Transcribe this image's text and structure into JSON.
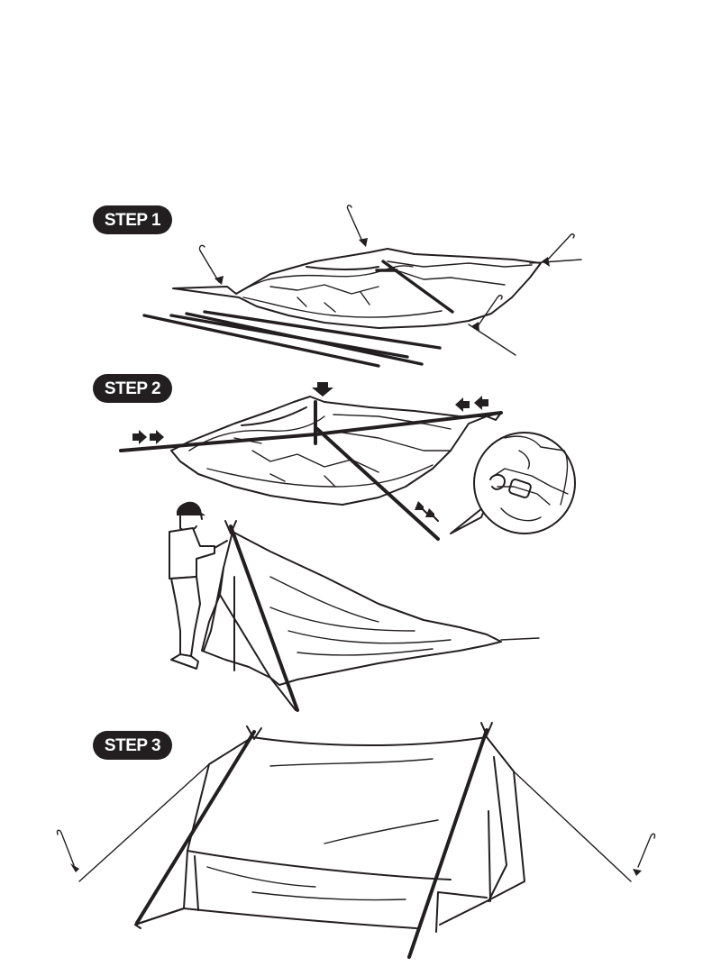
{
  "steps": [
    {
      "label": "STEP 1"
    },
    {
      "label": "STEP 2"
    },
    {
      "label": "STEP 3"
    }
  ],
  "colors": {
    "ink": "#231f20",
    "badge_background": "#231f20",
    "badge_text": "#ffffff",
    "background": "#ffffff"
  },
  "icons": {
    "stake": "tent-stake-icon",
    "arrow": "arrow-icon",
    "pole": "tent-pole-icon",
    "buckle": "buckle-detail-icon",
    "person": "person-figure"
  }
}
